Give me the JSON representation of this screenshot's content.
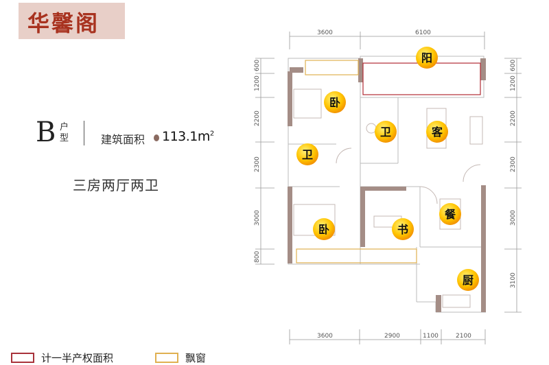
{
  "header": {
    "title": "华馨阁"
  },
  "unit": {
    "type_letter": "B",
    "type_suffix": "户型",
    "area_label": "建筑面积",
    "area_value": "113.1m",
    "area_sup": "2",
    "layout": "三房两厅两卫"
  },
  "plan": {
    "rooms": {
      "balcony": "阳",
      "bedroom_top": "卧",
      "bath_center": "卫",
      "living": "客",
      "bath_left": "卫",
      "bedroom_bottom": "卧",
      "study": "书",
      "dining": "餐",
      "kitchen": "厨"
    },
    "dims_top": [
      "3600",
      "6100"
    ],
    "dims_bottom": [
      "3600",
      "2900",
      "1100",
      "2100"
    ],
    "dims_left": [
      "600",
      "1200",
      "2200",
      "2300",
      "3000",
      "800"
    ],
    "dims_right": [
      "600",
      "1200",
      "2200",
      "2300",
      "3000",
      "3100"
    ]
  },
  "legend": [
    {
      "label": "计一半产权面积",
      "color": "#a8323a"
    },
    {
      "label": "飘窗",
      "color": "#e0b050"
    }
  ]
}
